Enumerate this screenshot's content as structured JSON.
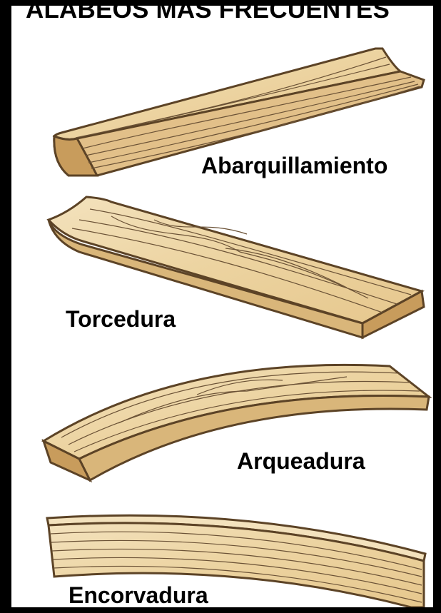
{
  "diagram": {
    "title": "ALABEOS MÁS FRECUENTES",
    "colors": {
      "frame": "#000000",
      "background": "#ffffff",
      "wood_face": "#ecd3a0",
      "wood_light": "#f3e2bd",
      "wood_edge": "#d9b67a",
      "wood_end": "#c89c5c",
      "outline": "#5c4326",
      "grain": "#6b5236"
    },
    "items": [
      {
        "label": "Abarquillamiento"
      },
      {
        "label": "Torcedura"
      },
      {
        "label": "Arqueadura"
      },
      {
        "label": "Encorvadura"
      }
    ]
  }
}
